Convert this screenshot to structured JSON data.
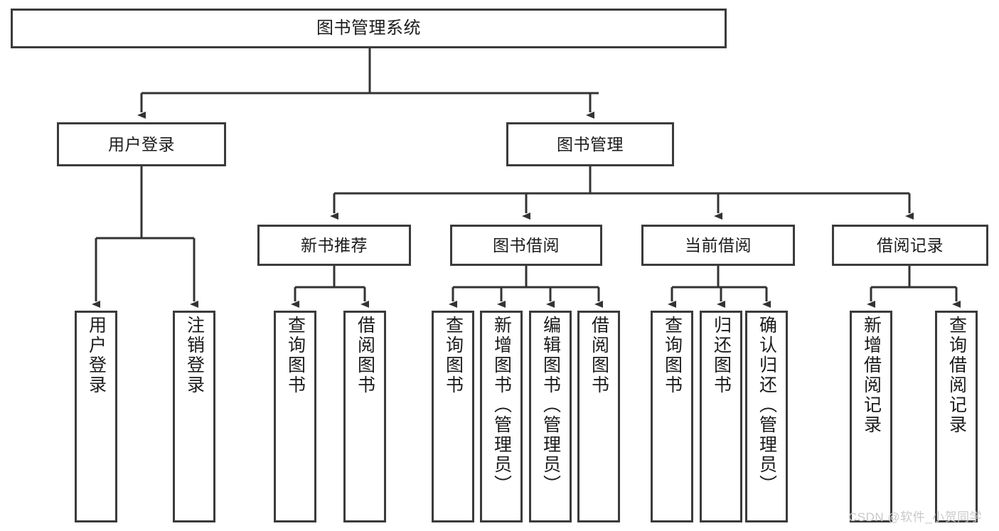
{
  "diagram": {
    "title": "图书管理系统",
    "type": "tree-hierarchy-chart",
    "root": {
      "label": "图书管理系统"
    },
    "level2": [
      {
        "label": "用户登录"
      },
      {
        "label": "图书管理"
      }
    ],
    "level3": [
      {
        "label": "新书推荐"
      },
      {
        "label": "图书借阅"
      },
      {
        "label": "当前借阅"
      },
      {
        "label": "借阅记录"
      }
    ],
    "leaves": {
      "user_login": [
        {
          "label": "用户登录"
        },
        {
          "label": "注销登录"
        }
      ],
      "new_book_recommend": [
        {
          "label": "查询图书"
        },
        {
          "label": "借阅图书"
        }
      ],
      "book_borrow": [
        {
          "label": "查询图书"
        },
        {
          "label": "新增图书（管理员）"
        },
        {
          "label": "编辑图书（管理员）"
        },
        {
          "label": "借阅图书"
        }
      ],
      "current_borrow": [
        {
          "label": "查询图书"
        },
        {
          "label": "归还图书"
        },
        {
          "label": "确认归还（管理员）"
        }
      ],
      "borrow_record": [
        {
          "label": "新增借阅记录"
        },
        {
          "label": "查询借阅记录"
        }
      ]
    }
  },
  "watermark": {
    "text": "CSDN @软件_小贺同学"
  },
  "colors": {
    "box_border": "#3b3b3b",
    "box_fill": "#ffffff",
    "text": "#1b1b1b",
    "connector": "#333333",
    "watermark": "#c9c9c9",
    "background": "#ffffff"
  }
}
